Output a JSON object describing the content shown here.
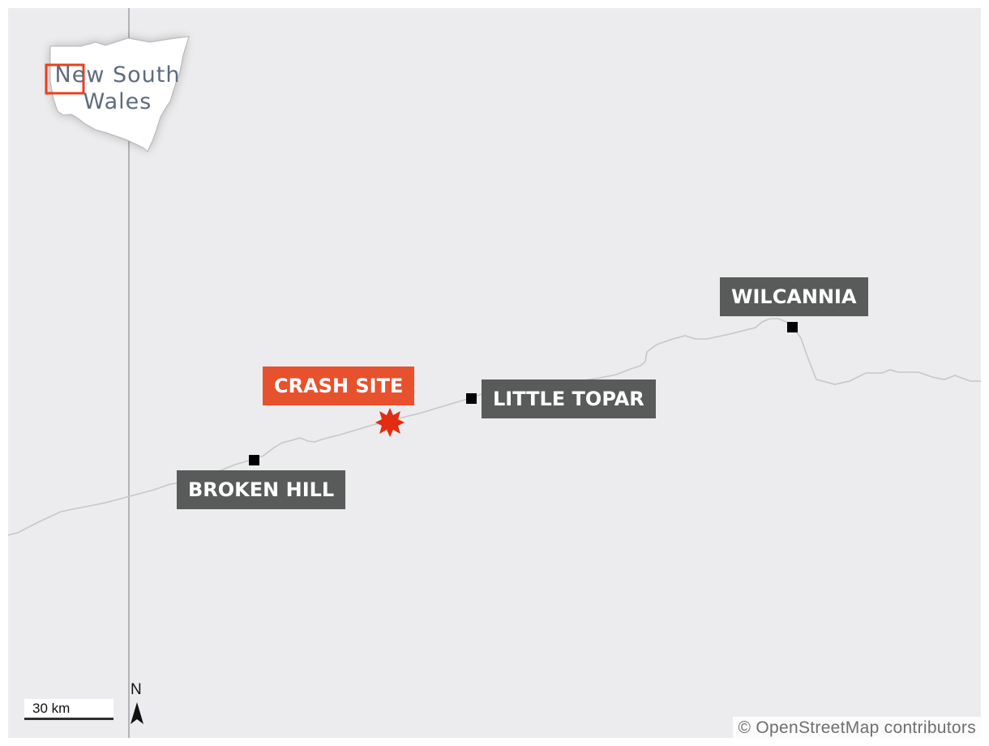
{
  "inset": {
    "title": "New South Wales"
  },
  "places": {
    "wilcannia": "WILCANNIA",
    "little_topar": "LITTLE TOPAR",
    "broken_hill": "BROKEN HILL",
    "crash_site": "CRASH SITE"
  },
  "scale": {
    "label": "30 km"
  },
  "north": {
    "label": "N"
  },
  "attribution": "© OpenStreetMap contributors",
  "colors": {
    "background": "#ececee",
    "town_label": "#595a5a",
    "crash_label": "#e8512e",
    "road": "#c7c7c9",
    "border": "#b0b3b8",
    "inset_highlight": "#e8401e"
  }
}
